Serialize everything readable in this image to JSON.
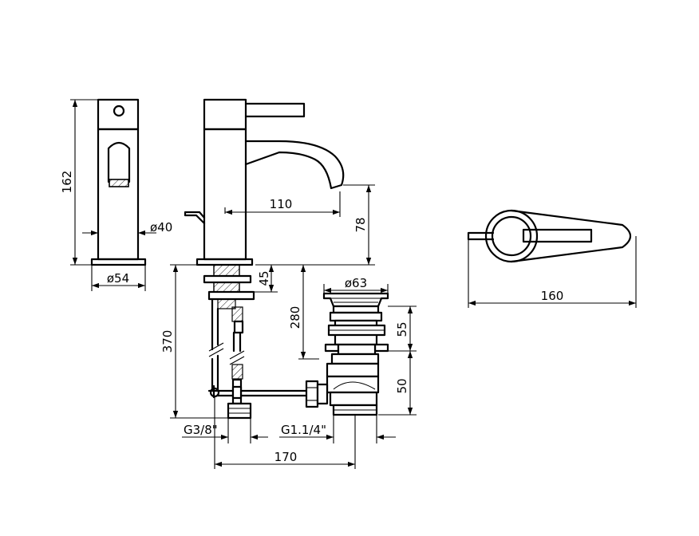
{
  "dimensions": {
    "side_height": "162",
    "side_diameter_lever": "ø40",
    "side_diameter_base": "ø54",
    "spout_reach": "110",
    "spout_outlet_height": "78",
    "top_length": "160",
    "fixing_thickness": "45",
    "supply_length": "370",
    "drain_length": "280",
    "waste_diameter": "ø63",
    "waste_upper": "55",
    "waste_lower": "50",
    "supply_thread": "G3/8\"",
    "waste_thread": "G1.1/4\"",
    "rod_length": "170"
  }
}
